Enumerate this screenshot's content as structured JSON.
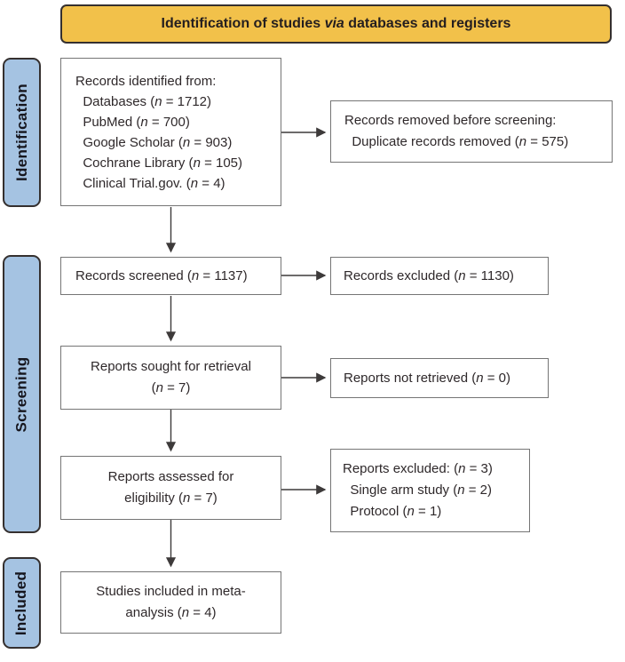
{
  "banner": {
    "text_pre": "Identification of studies ",
    "text_italic": "via",
    "text_post": " databases and registers",
    "bg_color": "#F2C14A"
  },
  "stages": {
    "identification": "Identification",
    "screening": "Screening",
    "included": "Included",
    "bg_color": "#A5C3E2"
  },
  "flow": {
    "records_identified": {
      "lines": [
        {
          "pre": "Records identified from:"
        },
        {
          "pre": "  Databases (",
          "it": "n",
          "post": " = 1712)"
        },
        {
          "pre": "  PubMed (",
          "it": "n",
          "post": " = 700)"
        },
        {
          "pre": "  Google Scholar (",
          "it": "n",
          "post": " = 903)"
        },
        {
          "pre": "  Cochrane Library (",
          "it": "n",
          "post": " = 105)"
        },
        {
          "pre": "  Clinical Trial.gov. (",
          "it": "n",
          "post": " = 4)"
        }
      ]
    },
    "records_removed": {
      "lines": [
        {
          "pre": "Records removed before screening:"
        },
        {
          "pre": "  Duplicate records removed (",
          "it": "n",
          "post": " = 575)"
        }
      ]
    },
    "records_screened": {
      "lines": [
        {
          "pre": "Records screened (",
          "it": "n",
          "post": " = 1137)"
        }
      ]
    },
    "records_excluded": {
      "lines": [
        {
          "pre": "Records excluded (",
          "it": "n",
          "post": " = 1130)"
        }
      ]
    },
    "reports_sought": {
      "lines": [
        {
          "pre": "Reports sought for retrieval"
        },
        {
          "pre": "(",
          "it": "n",
          "post": " = 7)"
        }
      ]
    },
    "reports_not_retrieved": {
      "lines": [
        {
          "pre": "Reports not retrieved (",
          "it": "n",
          "post": " = 0)"
        }
      ]
    },
    "reports_assessed": {
      "lines": [
        {
          "pre": "Reports assessed for"
        },
        {
          "pre": "eligibility (",
          "it": "n",
          "post": " = 7)"
        }
      ]
    },
    "reports_excluded": {
      "lines": [
        {
          "pre": "Reports excluded: (",
          "it": "n",
          "post": " = 3)"
        },
        {
          "pre": "  Single arm study (",
          "it": "n",
          "post": " = 2)"
        },
        {
          "pre": "  Protocol (",
          "it": "n",
          "post": " = 1)"
        }
      ]
    },
    "studies_included": {
      "lines": [
        {
          "pre": "Studies included in meta-"
        },
        {
          "pre": "analysis (",
          "it": "n",
          "post": " = 4)"
        }
      ]
    }
  }
}
